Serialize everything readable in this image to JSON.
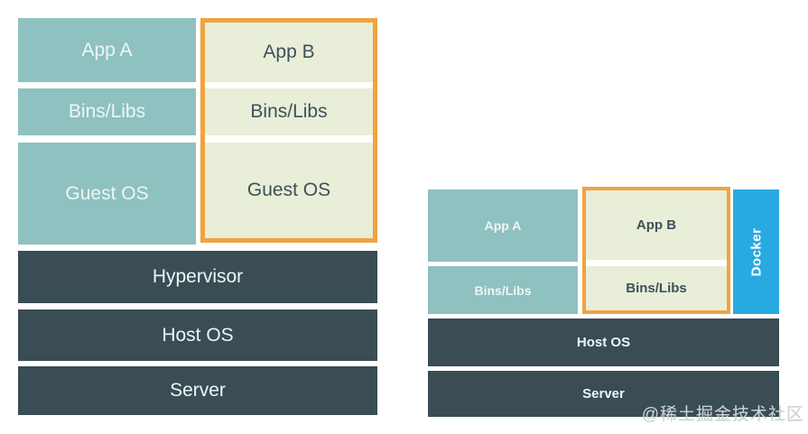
{
  "diagram_left": {
    "title_semantic": "virtual-machine-architecture",
    "vm_stack_a": {
      "app": "App A",
      "bins": "Bins/Libs",
      "os": "Guest OS"
    },
    "vm_stack_b": {
      "app": "App B",
      "bins": "Bins/Libs",
      "os": "Guest OS"
    },
    "hypervisor": "Hypervisor",
    "host_os": "Host OS",
    "server": "Server"
  },
  "diagram_right": {
    "title_semantic": "docker-container-architecture",
    "stack_a": {
      "app": "App A",
      "bins": "Bins/Libs"
    },
    "stack_b": {
      "app": "App B",
      "bins": "Bins/Libs"
    },
    "docker_label": "Docker",
    "host_os": "Host OS",
    "server": "Server"
  },
  "watermark": "@稀土掘金技术社区",
  "colors": {
    "teal": "#8fc1c0",
    "light_green": "#e9eed8",
    "orange_border": "#f0a340",
    "dark_slate": "#3a4c54",
    "docker_blue": "#29a9e2",
    "dark_text": "#3d5159",
    "light_text": "#eef6f6",
    "watermark": "#ccd3d4",
    "background": "#ffffff"
  }
}
